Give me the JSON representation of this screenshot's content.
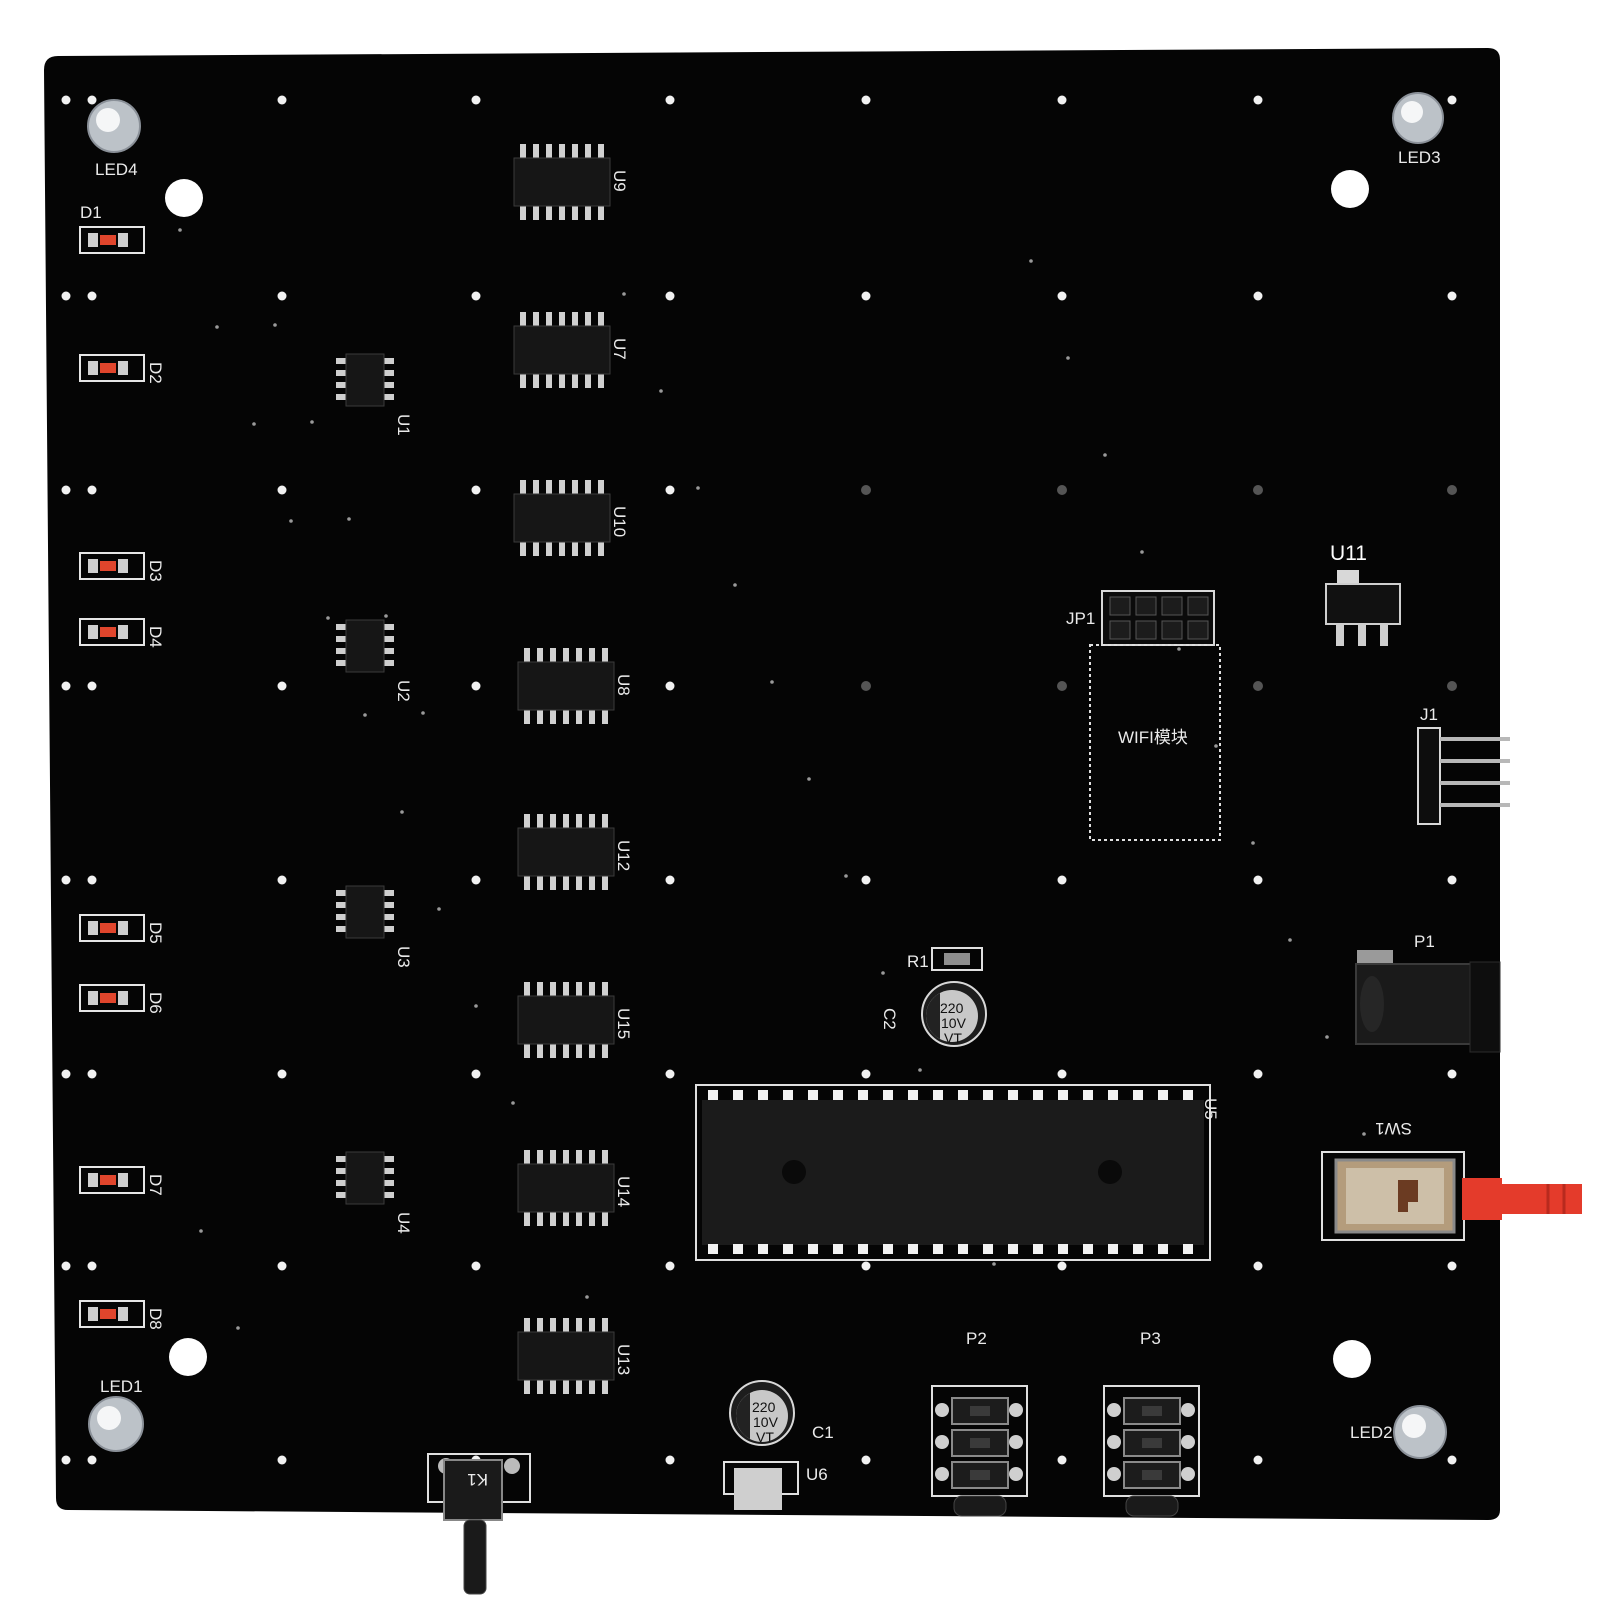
{
  "board": {
    "leds": {
      "led1": "LED1",
      "led2": "LED2",
      "led3": "LED3",
      "led4": "LED4"
    },
    "diodes": [
      "D1",
      "D2",
      "D3",
      "D4",
      "D5",
      "D6",
      "D7",
      "D8"
    ],
    "driver_chips": [
      "U1",
      "U2",
      "U3",
      "U4"
    ],
    "shift_registers": [
      "U9",
      "U7",
      "U10",
      "U8",
      "U12",
      "U15",
      "U14",
      "U13"
    ],
    "regulator": "U11",
    "header_jp1": "JP1",
    "wifi_module_label": "WIFI模块",
    "connector_j1": "J1",
    "power_jack": "P1",
    "switch": "SW1",
    "mcu": "U5",
    "resistor": "R1",
    "capacitors": {
      "c1": "C1",
      "c2": "C2"
    },
    "cap_marking": {
      "capacitance": "220",
      "voltage": "10V",
      "series": "VT"
    },
    "buttons": {
      "p2": "P2",
      "p3": "P3",
      "k1": "K1"
    },
    "sensor": "U6"
  },
  "colors": {
    "pcb": "#050505",
    "background": "#ffffff",
    "silkscreen": "#eaeaea",
    "diode_led": "#e0452c",
    "switch_button": "#e43b2b"
  }
}
